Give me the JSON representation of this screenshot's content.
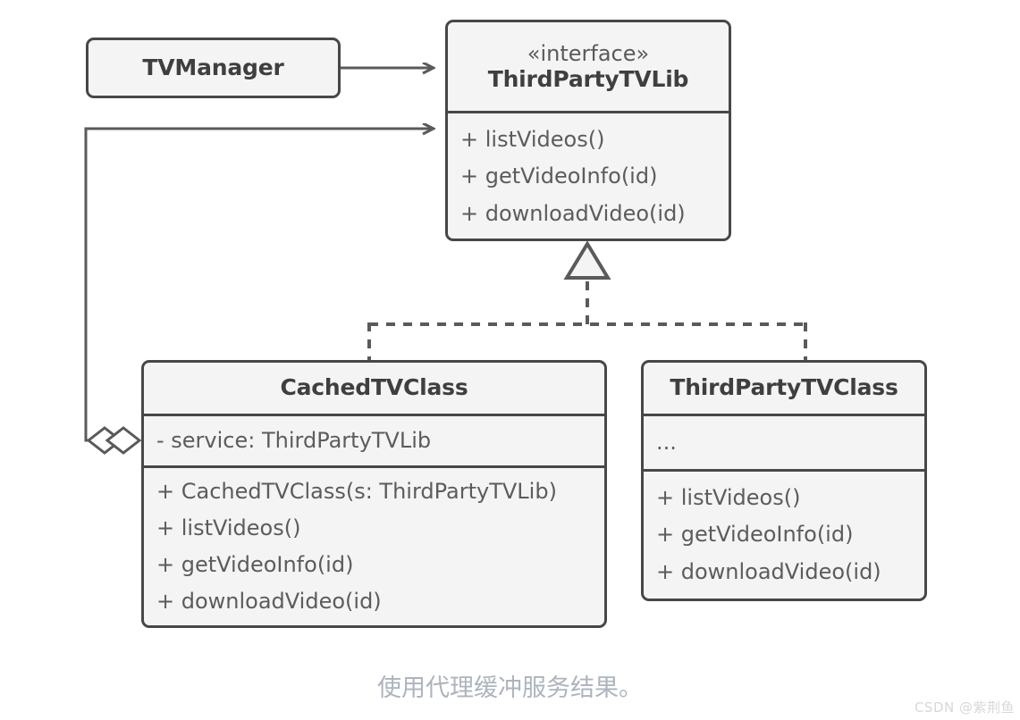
{
  "diagram": {
    "type": "uml-class-diagram",
    "caption": "使用代理缓冲服务结果。",
    "watermark": "CSDN @紫荆鱼",
    "colors": {
      "box_fill": "#f4f4f4",
      "box_border": "#474747",
      "title_text": "#3f3f3f",
      "member_text": "#5c5c5c",
      "edge": "#5a5a5a",
      "caption_text": "#adb4bd",
      "watermark_text": "#d8d8d8",
      "background": "#ffffff"
    },
    "classes": {
      "tv_manager": {
        "name": "TVManager",
        "stereotype": "",
        "attributes": [],
        "methods": []
      },
      "third_party_tv_lib": {
        "stereotype": "«interface»",
        "name": "ThirdPartyTVLib",
        "attributes": [],
        "methods": [
          "+ listVideos()",
          "+ getVideoInfo(id)",
          "+ downloadVideo(id)"
        ]
      },
      "cached_tv_class": {
        "name": "CachedTVClass",
        "stereotype": "",
        "attributes": [
          "- service: ThirdPartyTVLib"
        ],
        "methods": [
          "+ CachedTVClass(s: ThirdPartyTVLib)",
          "+ listVideos()",
          "+ getVideoInfo(id)",
          "+ downloadVideo(id)"
        ]
      },
      "third_party_tv_class": {
        "name": "ThirdPartyTVClass",
        "stereotype": "",
        "attributes": [
          "..."
        ],
        "methods": [
          "+ listVideos()",
          "+ getVideoInfo(id)",
          "+ downloadVideo(id)"
        ]
      }
    },
    "relationships": [
      {
        "id": "dependency-tvmanager-to-interface",
        "kind": "dependency",
        "line": "solid",
        "arrow": "open-arrow",
        "from": "TVManager",
        "to": "ThirdPartyTVLib"
      },
      {
        "id": "aggregation-cachedtvclass-to-interface",
        "kind": "aggregation",
        "line": "solid",
        "arrow": "open-arrow",
        "decorator": "hollow-diamond",
        "from": "CachedTVClass",
        "to": "ThirdPartyTVLib"
      },
      {
        "id": "realization-cachedtvclass",
        "kind": "realization",
        "line": "dashed",
        "arrow": "hollow-triangle",
        "from": "CachedTVClass",
        "to": "ThirdPartyTVLib"
      },
      {
        "id": "realization-thirdpartytvclass",
        "kind": "realization",
        "line": "dashed",
        "arrow": "hollow-triangle",
        "from": "ThirdPartyTVClass",
        "to": "ThirdPartyTVLib"
      }
    ]
  }
}
